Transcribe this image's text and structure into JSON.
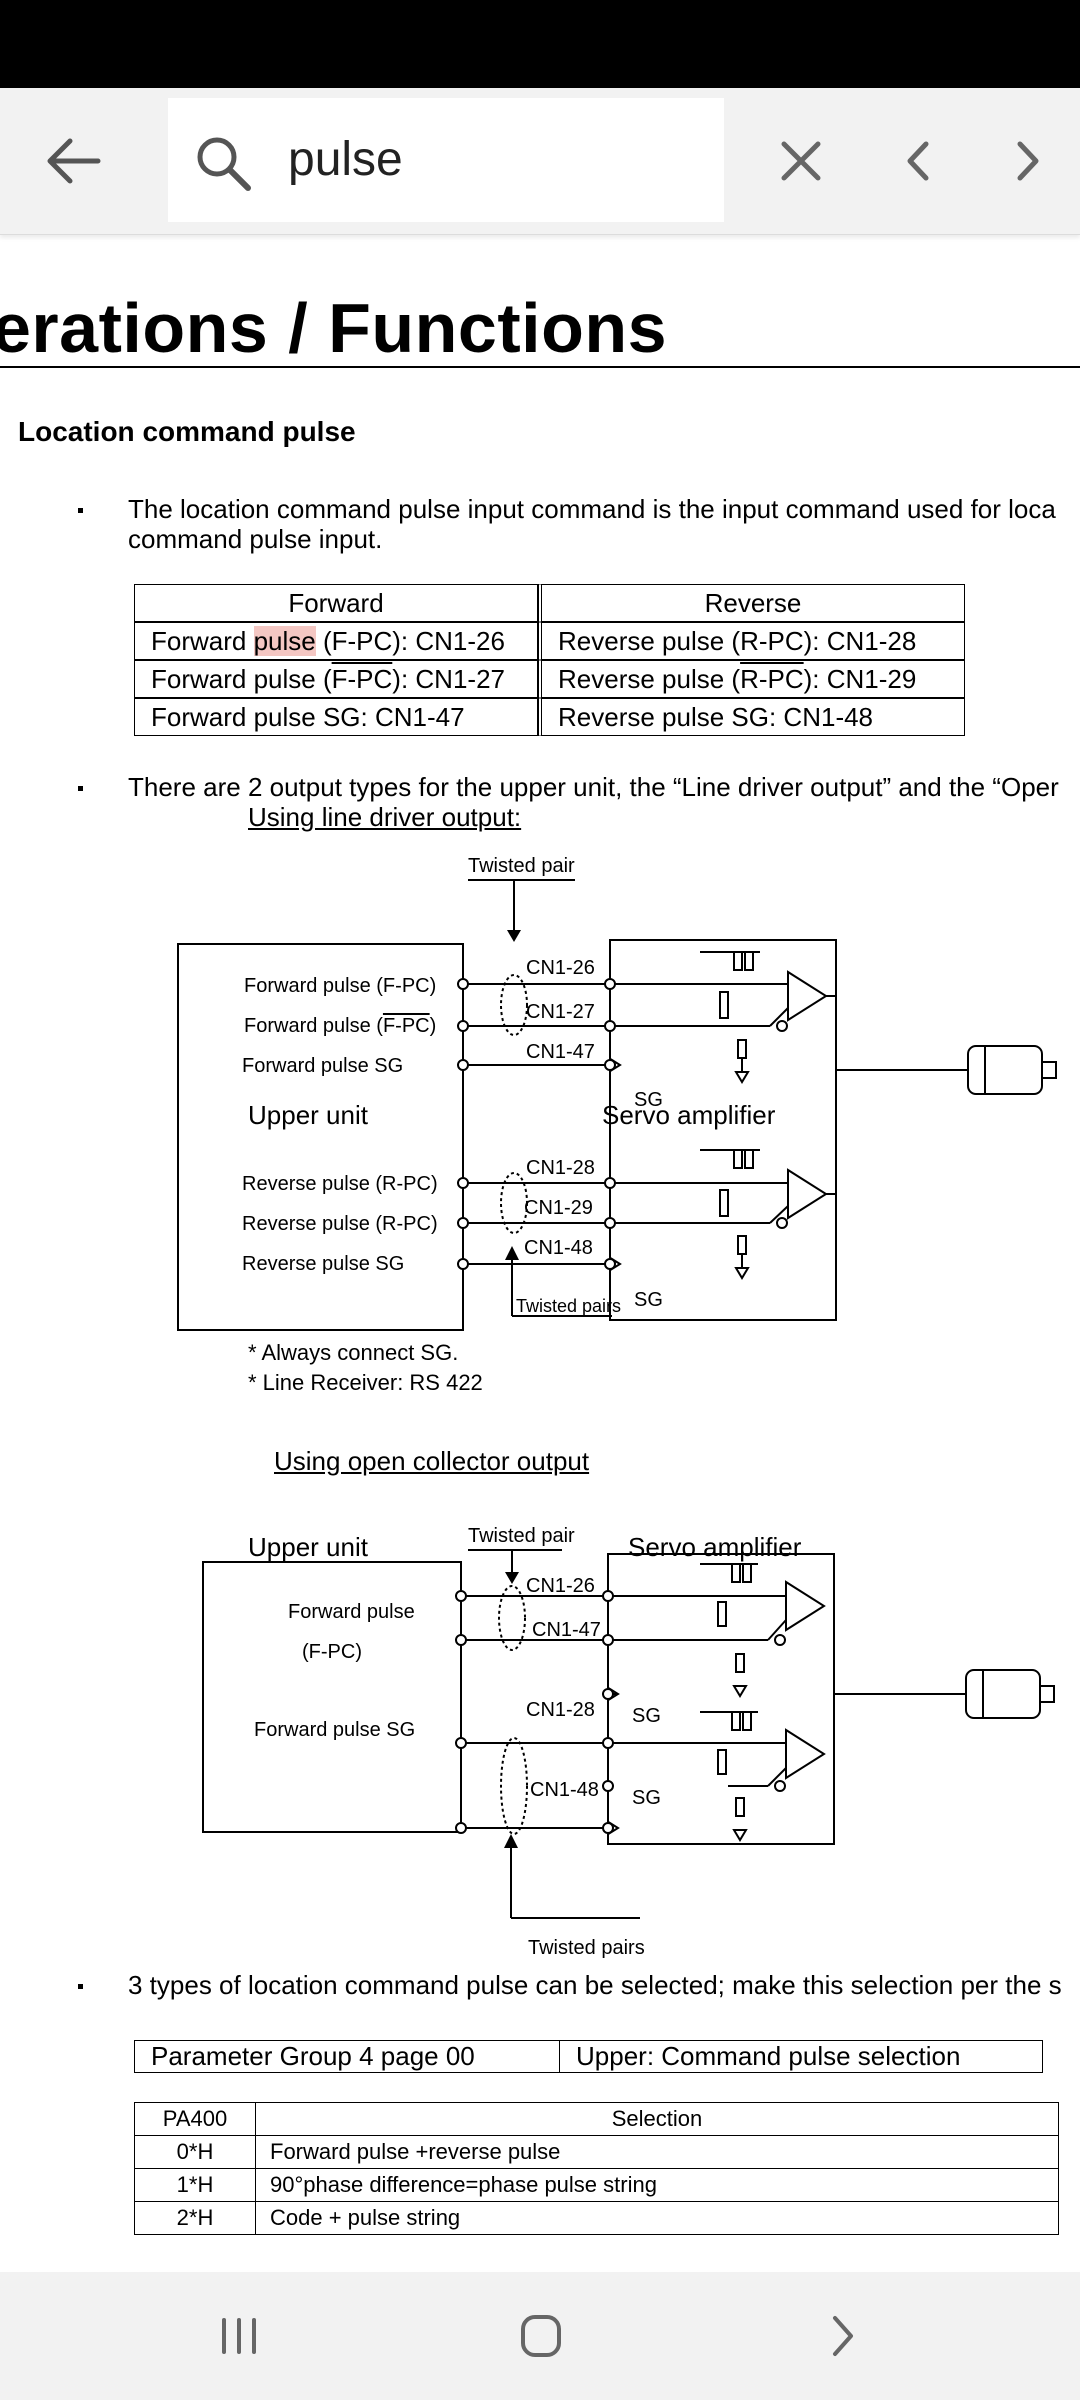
{
  "search": {
    "query": "pulse"
  },
  "document": {
    "heading": "erations / Functions",
    "section_title": "Location command pulse",
    "para1_line1": "The location command pulse input command is the input command used for loca",
    "para1_line2": "command pulse input.",
    "fr_table": {
      "headers": [
        "Forward",
        "Reverse"
      ],
      "rows": [
        {
          "fwd_pre": "Forward ",
          "fwd_hit": "pulse",
          "fwd_post": " (F-PC): CN1-26",
          "rev": "Reverse pulse (R-PC): CN1-28"
        },
        {
          "fwd_pre": "Forward pulse (",
          "fwd_over": "F-PC",
          "fwd_post": "): CN1-27",
          "rev_pre": "Reverse pulse (",
          "rev_over": "R-PC",
          "rev_post": "): CN1-29"
        },
        {
          "fwd": "Forward pulse SG: CN1-47",
          "rev": "Reverse pulse SG: CN1-48"
        }
      ]
    },
    "para2": "There are 2 output types for the upper unit, the “Line driver output” and the “Oper",
    "line_driver_caption": "Using line driver output:",
    "open_collector_caption": "Using open collector output",
    "diagram1": {
      "upper_unit": "Upper unit",
      "twisted_pair": "Twisted pair",
      "servo_amplifier": "Servo amplifier",
      "fwd_fpc": "Forward pulse (F-PC)",
      "fwd_fpc_bar_pre": "Forward pulse (",
      "fwd_fpc_bar": "F-PC",
      "fwd_sg": "Forward pulse   SG",
      "rev_rpc": "Reverse pulse (R-PC)",
      "rev_rpc2": "Reverse pulse (R-PC)",
      "rev_sg": "Reverse pulse   SG",
      "cn1_26": "CN1-26",
      "cn1_27": "CN1-27",
      "cn1_47": "CN1-47",
      "cn1_28": "CN1-28",
      "cn1_29": "CN1-29",
      "cn1_48": "CN1-48",
      "sg": "SG",
      "twisted_pairs": "Twisted pairs",
      "note1": "* Always connect SG.",
      "note2": "* Line Receiver: RS 422"
    },
    "diagram2": {
      "upper_unit": "Upper unit",
      "twisted_pair": "Twisted pair",
      "servo_amplifier": "Servo amplifier",
      "fwd_pulse": "Forward pulse",
      "fpc": "(F-PC)",
      "fwd_sg": "Forward pulse   SG",
      "cn1_26": "CN1-26",
      "cn1_47": "CN1-47",
      "cn1_28": "CN1-28",
      "cn1_48": "CN1-48",
      "sg": "SG",
      "twisted_pairs": "Twisted pairs"
    },
    "para3": "3 types of location command pulse can be selected; make this selection per the s",
    "param_table": {
      "left": "Parameter Group 4 page 00",
      "right": "Upper: Command pulse selection"
    },
    "sel_table": {
      "headers": [
        "PA400",
        "Selection"
      ],
      "rows": [
        {
          "code": "0*H",
          "desc": "Forward pulse +reverse pulse"
        },
        {
          "code": "1*H",
          "desc": "90°phase difference=phase pulse string"
        },
        {
          "code": "2*H",
          "desc": "Code + pulse string"
        }
      ]
    }
  }
}
